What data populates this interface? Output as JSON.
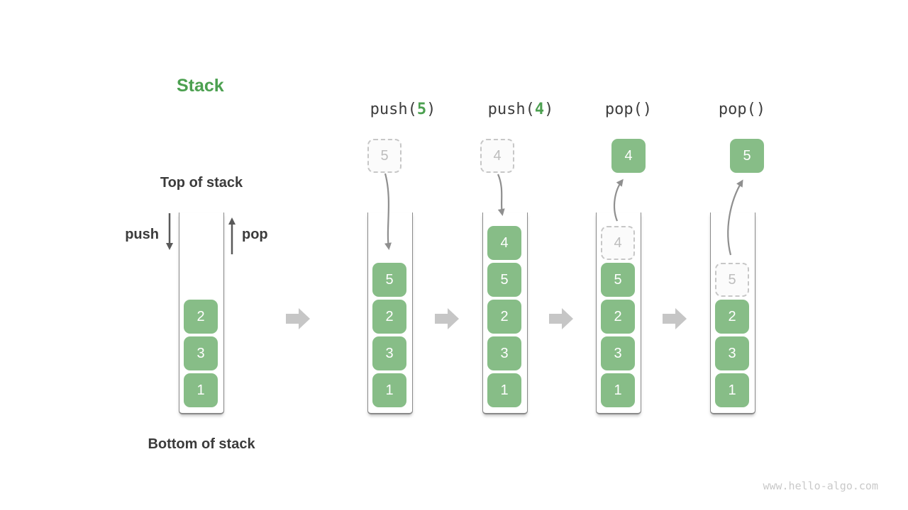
{
  "title": "Stack",
  "labels": {
    "top": "Top of stack",
    "bottom": "Bottom of stack",
    "push": "push",
    "pop": "pop"
  },
  "watermark": "www.hello-algo.com",
  "colors": {
    "box_green": "#87bd87",
    "accent_green": "#4ca050",
    "text_dark": "#3b3b3b",
    "flow_arrow_gray": "#8f8f8f",
    "straight_arrow_gray": "#595959",
    "block_arrow_gray": "#c6c6c6",
    "ghost_border_gray": "#c7c7c7",
    "ghost_text_gray": "#bdbdbd"
  },
  "icons": {
    "push_arrow": "down-arrow-icon",
    "pop_arrow": "up-arrow-icon",
    "push_flow": "curved-down-arrow-icon",
    "pop_flow": "curved-up-arrow-icon",
    "transition": "right-block-arrow-icon"
  },
  "states": [
    {
      "name": "initial",
      "stack": [
        {
          "value": "2"
        },
        {
          "value": "3"
        },
        {
          "value": "1"
        }
      ]
    },
    {
      "name": "push-5",
      "op": {
        "pre": "push(",
        "arg": "5",
        "post": ")"
      },
      "floating": {
        "value": "5",
        "variant": "dashed"
      },
      "stack": [
        {
          "value": "5"
        },
        {
          "value": "2"
        },
        {
          "value": "3"
        },
        {
          "value": "1"
        }
      ]
    },
    {
      "name": "push-4",
      "op": {
        "pre": "push(",
        "arg": "4",
        "post": ")"
      },
      "floating": {
        "value": "4",
        "variant": "dashed"
      },
      "stack": [
        {
          "value": "4"
        },
        {
          "value": "5"
        },
        {
          "value": "2"
        },
        {
          "value": "3"
        },
        {
          "value": "1"
        }
      ]
    },
    {
      "name": "pop-4",
      "op": {
        "pre": "pop(",
        "arg": "",
        "post": ")"
      },
      "floating": {
        "value": "4",
        "variant": "solid"
      },
      "stack": [
        {
          "value": "4",
          "ghost": true
        },
        {
          "value": "5"
        },
        {
          "value": "2"
        },
        {
          "value": "3"
        },
        {
          "value": "1"
        }
      ]
    },
    {
      "name": "pop-5",
      "op": {
        "pre": "pop(",
        "arg": "",
        "post": ")"
      },
      "floating": {
        "value": "5",
        "variant": "solid"
      },
      "stack": [
        {
          "value": "5",
          "ghost": true
        },
        {
          "value": "2"
        },
        {
          "value": "3"
        },
        {
          "value": "1"
        }
      ]
    }
  ]
}
